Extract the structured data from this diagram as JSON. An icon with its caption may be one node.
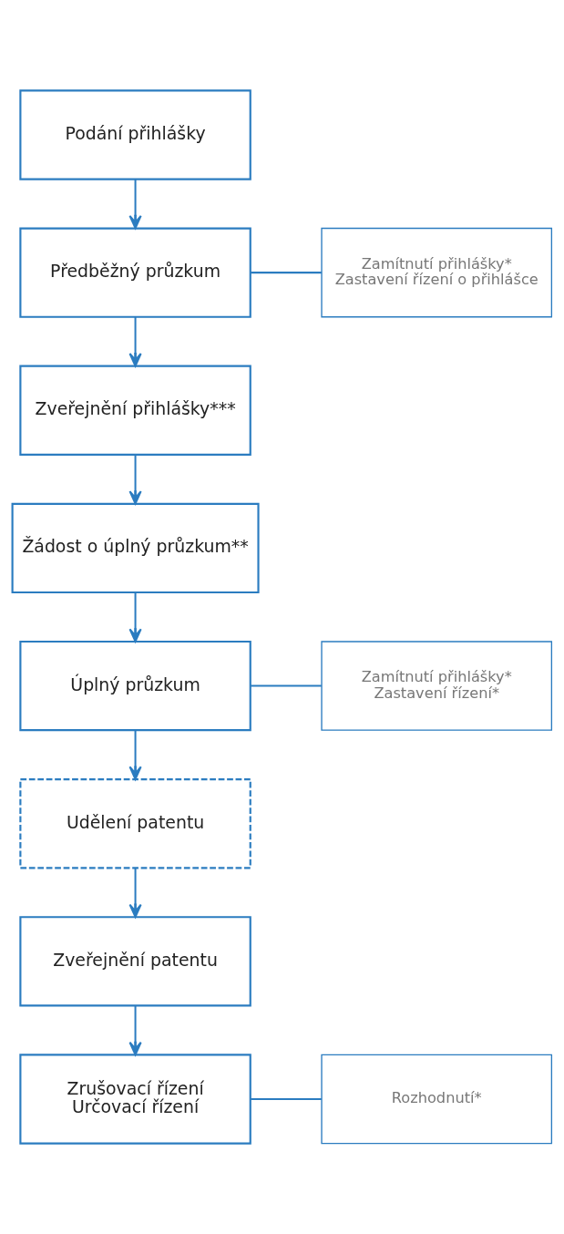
{
  "diagram": {
    "nodes": [
      {
        "text": [
          "Podání přihlášky"
        ]
      },
      {
        "text": [
          "Předběžný průzkum"
        ]
      },
      {
        "text": [
          "Zamítnutí přihlášky*",
          "Zastavení řízení o přihlášce"
        ]
      },
      {
        "text": [
          "Zveřejnění přihlášky***"
        ]
      },
      {
        "text": [
          "Žádost o úplný průzkum**"
        ]
      },
      {
        "text": [
          "Úplný průzkum"
        ]
      },
      {
        "text": [
          "Zamítnutí přihlášky*",
          "Zastavení řízení*"
        ]
      },
      {
        "text": [
          "Udělení patentu"
        ]
      },
      {
        "text": [
          "Zveřejnění patentu"
        ]
      },
      {
        "text": [
          "Zrušovací řízení",
          "Určovací řízení"
        ]
      },
      {
        "text": [
          "Rozhodnutí*"
        ]
      }
    ],
    "edges": [
      {
        "from": 0,
        "to": 1,
        "arrow": "to"
      },
      {
        "from": 1,
        "to": 2,
        "arrow": "none"
      },
      {
        "from": 1,
        "to": 3,
        "arrow": "to"
      },
      {
        "from": 3,
        "to": 4,
        "arrow": "to"
      },
      {
        "from": 4,
        "to": 5,
        "arrow": "to"
      },
      {
        "from": 5,
        "to": 6,
        "arrow": "none"
      },
      {
        "from": 5,
        "to": 7,
        "arrow": "to"
      },
      {
        "from": 7,
        "to": 8,
        "arrow": "to"
      },
      {
        "from": 8,
        "to": 9,
        "arrow": "to"
      },
      {
        "from": 9,
        "to": 10,
        "arrow": "none"
      }
    ]
  }
}
